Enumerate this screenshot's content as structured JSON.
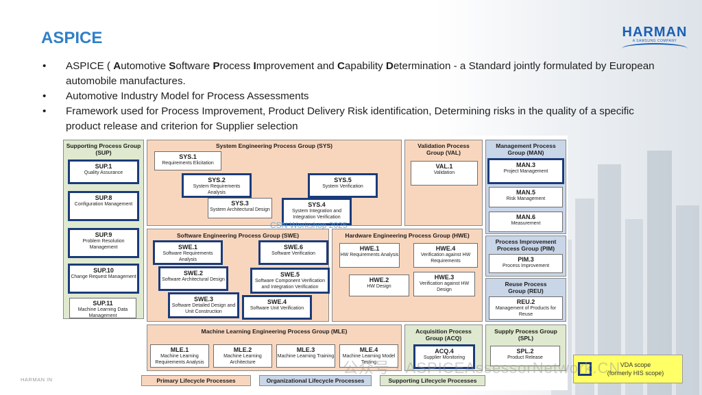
{
  "header": {
    "title": "ASPICE"
  },
  "logo": {
    "name": "HARMAN",
    "sub": "A SAMSUNG COMPANY"
  },
  "bullets": [
    {
      "parts": [
        "ASPICE ( ",
        "A",
        "utomotive ",
        "S",
        "oftware ",
        "P",
        "rocess ",
        "I",
        "mprovement and ",
        "C",
        "apability ",
        "D",
        "etermination - a Standard jointly formulated by European automobile manufactures."
      ]
    },
    {
      "text": "Automotive Industry Model for Process Assessments"
    },
    {
      "text": "Framework used for Process Improvement, Product Delivery Risk identification, Determining risks in the quality of a specific product release and criterion for Supplier selection"
    }
  ],
  "groups": {
    "sup": {
      "title": "Supporting Process Group (SUP)"
    },
    "sys": {
      "title": "System Engineering Process Group (SYS)"
    },
    "val": {
      "title": "Validation Process Group (VAL)"
    },
    "man": {
      "title": "Management Process Group (MAN)"
    },
    "swe": {
      "title": "Software Engineering Process Group (SWE)"
    },
    "hwe": {
      "title": "Hardware Engineering Process Group (HWE)"
    },
    "pim": {
      "title": "Process Improvement Process Group (PIM)"
    },
    "reu": {
      "title": "Reuse Process Group (REU)"
    },
    "mle": {
      "title": "Machine Learning Engineering Process Group (MLE)"
    },
    "acq": {
      "title": "Acquisition Process Group (ACQ)"
    },
    "spl": {
      "title": "Supply Process Group (SPL)"
    }
  },
  "processes": {
    "sup1": {
      "id": "SUP.1",
      "name": "Quality Assurance"
    },
    "sup8": {
      "id": "SUP.8",
      "name": "Configuration Management"
    },
    "sup9": {
      "id": "SUP.9",
      "name": "Problem Resolution Management"
    },
    "sup10": {
      "id": "SUP.10",
      "name": "Change Request Management"
    },
    "sup11": {
      "id": "SUP.11",
      "name": "Machine Learning Data Management"
    },
    "sys1": {
      "id": "SYS.1",
      "name": "Requirements Elicitation"
    },
    "sys2": {
      "id": "SYS.2",
      "name": "System Requirements Analysis"
    },
    "sys3": {
      "id": "SYS.3",
      "name": "System Architectural Design"
    },
    "sys4": {
      "id": "SYS.4",
      "name": "System Integration and Integration Verification"
    },
    "sys5": {
      "id": "SYS.5",
      "name": "System Verification"
    },
    "val1": {
      "id": "VAL.1",
      "name": "Validation"
    },
    "man3": {
      "id": "MAN.3",
      "name": "Project Management"
    },
    "man5": {
      "id": "MAN.5",
      "name": "Risk Management"
    },
    "man6": {
      "id": "MAN.6",
      "name": "Measurement"
    },
    "swe1": {
      "id": "SWE.1",
      "name": "Software Requirements Analysis"
    },
    "swe2": {
      "id": "SWE.2",
      "name": "Software Architectural Design"
    },
    "swe3": {
      "id": "SWE.3",
      "name": "Software Detailed Design and Unit Construction"
    },
    "swe4": {
      "id": "SWE.4",
      "name": "Software Unit Verification"
    },
    "swe5": {
      "id": "SWE.5",
      "name": "Software Component Verification and Integration Verification"
    },
    "swe6": {
      "id": "SWE.6",
      "name": "Software Verification"
    },
    "hwe1": {
      "id": "HWE.1",
      "name": "HW Requirements Analysis"
    },
    "hwe2": {
      "id": "HWE.2",
      "name": "HW Design"
    },
    "hwe3": {
      "id": "HWE.3",
      "name": "Verification against HW Design"
    },
    "hwe4": {
      "id": "HWE.4",
      "name": "Verification against HW Requirements"
    },
    "pim3": {
      "id": "PIM.3",
      "name": "Process Improvement"
    },
    "reu2": {
      "id": "REU.2",
      "name": "Management of Products for Reuse"
    },
    "mle1": {
      "id": "MLE.1",
      "name": "Machine Learning Requirements Analysis"
    },
    "mle2": {
      "id": "MLE.2",
      "name": "Machine Learning Architecture"
    },
    "mle3": {
      "id": "MLE.3",
      "name": "Machine Learning Training"
    },
    "mle4": {
      "id": "MLE.4",
      "name": "Machine Learning Model Testing"
    },
    "acq4": {
      "id": "ACQ.4",
      "name": "Supplier Monitoring"
    },
    "spl2": {
      "id": "SPL.2",
      "name": "Product Release"
    }
  },
  "legend": {
    "primary": "Primary Lifecycle Processes",
    "organizational": "Organizational Lifecycle Processes",
    "supporting": "Supporting Lifecycle Processes"
  },
  "vda": {
    "line1": "VDA scope",
    "line2": "(formerly HIS scope)"
  },
  "footer": {
    "text": "HARMAN IN"
  },
  "watermarks": {
    "workshop": "CSN Workshop 2025",
    "network": "公众号 · ASPICEAssessorNetwork.CN"
  },
  "colors": {
    "title": "#2f80c8",
    "primary": "#f8d6bd",
    "organizational": "#c9d6e8",
    "supporting": "#dfe9cf",
    "highlight": "#1a3b7a",
    "vda": "#ffff66"
  }
}
